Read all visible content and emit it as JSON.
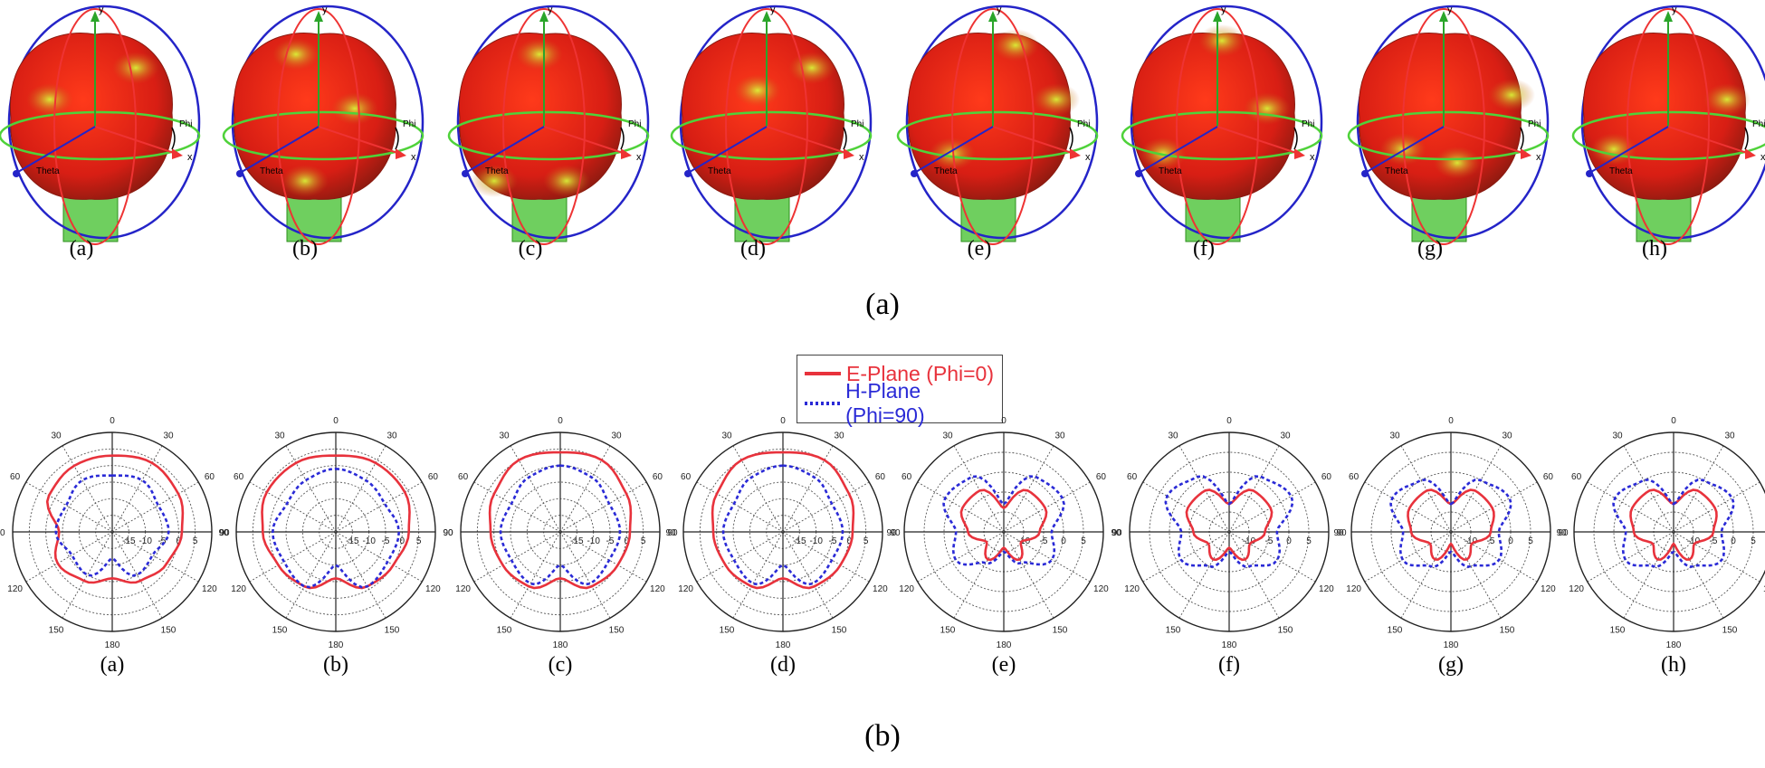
{
  "panel_labels": {
    "top": "(a)",
    "bottom": "(b)"
  },
  "sub_labels": [
    "(a)",
    "(b)",
    "(c)",
    "(d)",
    "(e)",
    "(f)",
    "(g)",
    "(h)"
  ],
  "axis_text": {
    "x": "x",
    "y": "y",
    "theta": "Theta",
    "phi": "Phi"
  },
  "colors": {
    "eplane": "#e8323c",
    "hplane": "#2a2ad6",
    "body": "#d81e14",
    "ground": "#3fbf2a"
  },
  "chart_data": {
    "type": "polar",
    "legend": [
      {
        "name": "E-Plane (Phi=0)",
        "style": "solid",
        "color": "#e8323c"
      },
      {
        "name": "H-Plane (Phi=90)",
        "style": "dotted",
        "color": "#2a2ad6"
      }
    ],
    "angle_ticks": [
      "0",
      "30",
      "60",
      "90",
      "120",
      "150",
      "180",
      "150",
      "120",
      "90",
      "60",
      "30"
    ],
    "angles_deg": [
      0,
      30,
      60,
      90,
      120,
      150,
      180,
      210,
      240,
      270,
      300,
      330
    ],
    "panels": [
      {
        "label": "(a)",
        "radial_ticks": [
          "-15",
          "-10",
          "-5",
          "0",
          "5"
        ],
        "rmin": -20,
        "rmax": 10,
        "eplane": [
          3,
          4,
          3,
          1,
          -1,
          -3,
          -6,
          -3,
          -1,
          -4,
          2,
          3
        ],
        "hplane": [
          -3,
          -2,
          -4,
          -3,
          -6,
          -5,
          -12,
          -5,
          -6,
          -3,
          -4,
          -2
        ]
      },
      {
        "label": "(b)",
        "radial_ticks": [
          "-15",
          "-10",
          "-5",
          "0",
          "5"
        ],
        "rmin": -20,
        "rmax": 10,
        "eplane": [
          3,
          4,
          4,
          2,
          0,
          -1,
          -6,
          -1,
          0,
          2,
          4,
          4
        ],
        "hplane": [
          -1,
          -2,
          -3,
          -1,
          -2,
          -1,
          -10,
          -1,
          -2,
          -1,
          -3,
          -2
        ]
      },
      {
        "label": "(c)",
        "radial_ticks": [
          "-15",
          "-10",
          "-5",
          "0",
          "5"
        ],
        "rmin": -20,
        "rmax": 10,
        "eplane": [
          4,
          5,
          3,
          1,
          0,
          -1,
          -6,
          -1,
          0,
          1,
          3,
          5
        ],
        "hplane": [
          0,
          -1,
          -3,
          -2,
          -3,
          -2,
          -10,
          -2,
          -3,
          -2,
          -3,
          -1
        ]
      },
      {
        "label": "(d)",
        "radial_ticks": [
          "-15",
          "-10",
          "-5",
          "0",
          "5"
        ],
        "rmin": -20,
        "rmax": 10,
        "eplane": [
          4,
          5,
          3,
          1,
          0,
          -1,
          -6,
          -1,
          0,
          1,
          3,
          5
        ],
        "hplane": [
          0,
          -1,
          -3,
          -2,
          -3,
          -2,
          -10,
          -2,
          -3,
          -2,
          -3,
          -1
        ]
      },
      {
        "label": "(e)",
        "radial_ticks": [
          "-10",
          "-5",
          "0",
          "5"
        ],
        "rmin": -15,
        "rmax": 10,
        "eplane": [
          -9,
          -3,
          -3,
          -6,
          -10,
          -7,
          -11,
          -7,
          -10,
          -6,
          -3,
          -3
        ],
        "hplane": [
          -8,
          1,
          2,
          -3,
          -1,
          -6,
          -10,
          -6,
          -1,
          -3,
          2,
          1
        ]
      },
      {
        "label": "(f)",
        "radial_ticks": [
          "-10",
          "-5",
          "0",
          "5"
        ],
        "rmin": -15,
        "rmax": 10,
        "eplane": [
          -8,
          -3,
          -3,
          -6,
          -9,
          -7,
          -11,
          -7,
          -9,
          -6,
          -3,
          -3
        ],
        "hplane": [
          -8,
          1,
          3,
          -3,
          -1,
          -5,
          -10,
          -5,
          -1,
          -3,
          3,
          1
        ]
      },
      {
        "label": "(g)",
        "radial_ticks": [
          "-10",
          "-5",
          "0",
          "5"
        ],
        "rmin": -15,
        "rmax": 10,
        "eplane": [
          -8,
          -3,
          -3,
          -5,
          -9,
          -7,
          -12,
          -7,
          -9,
          -5,
          -3,
          -3
        ],
        "hplane": [
          -8,
          0,
          2,
          -3,
          -1,
          -5,
          -10,
          -5,
          -1,
          -3,
          2,
          0
        ]
      },
      {
        "label": "(h)",
        "radial_ticks": [
          "-10",
          "-5",
          "0",
          "5"
        ],
        "rmin": -15,
        "rmax": 10,
        "eplane": [
          -8,
          -3,
          -3,
          -5,
          -9,
          -7,
          -12,
          -7,
          -9,
          -5,
          -3,
          -3
        ],
        "hplane": [
          -8,
          0,
          2,
          -3,
          -1,
          -5,
          -10,
          -5,
          -1,
          -3,
          2,
          0
        ]
      }
    ]
  }
}
